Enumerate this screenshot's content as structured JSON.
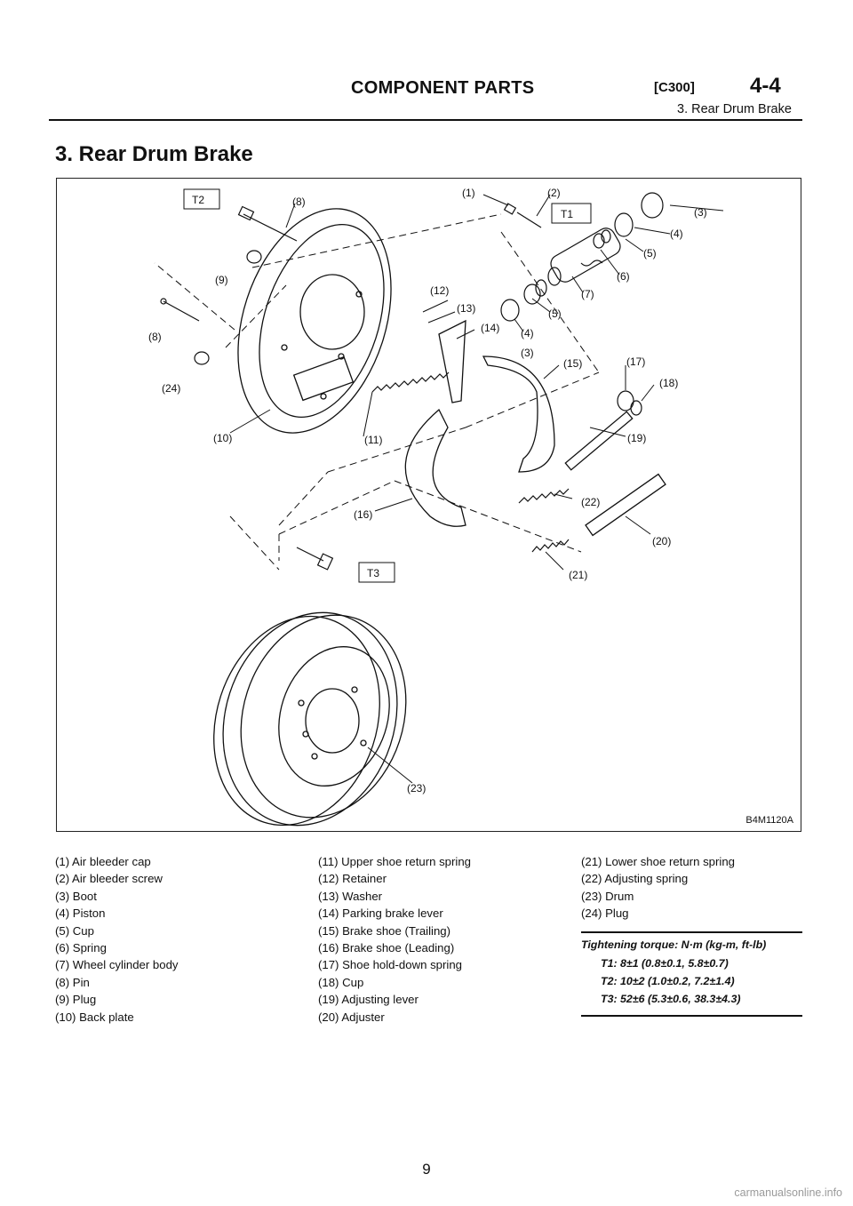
{
  "header": {
    "title": "COMPONENT PARTS",
    "code": "[C300]",
    "chapter": "4-4",
    "subtitle": "3. Rear Drum Brake"
  },
  "section_title": "3. Rear Drum Brake",
  "figure": {
    "code": "B4M1120A",
    "callouts": [
      "(1)",
      "(2)",
      "(3)",
      "(4)",
      "(5)",
      "(6)",
      "(7)",
      "(8)",
      "(9)",
      "(10)",
      "(11)",
      "(12)",
      "(13)",
      "(14)",
      "(15)",
      "(16)",
      "(17)",
      "(18)",
      "(19)",
      "(20)",
      "(21)",
      "(22)",
      "(23)",
      "(24)"
    ],
    "torque_tags": [
      "T1",
      "T2",
      "T3"
    ]
  },
  "legend": {
    "col1": [
      "(1) Air bleeder cap",
      "(2) Air bleeder screw",
      "(3) Boot",
      "(4) Piston",
      "(5) Cup",
      "(6) Spring",
      "(7) Wheel cylinder body",
      "(8) Pin",
      "(9) Plug",
      "(10) Back plate"
    ],
    "col2": [
      "(11) Upper shoe return spring",
      "(12) Retainer",
      "(13) Washer",
      "(14) Parking brake lever",
      "(15) Brake shoe (Trailing)",
      "(16) Brake shoe (Leading)",
      "(17) Shoe hold-down spring",
      "(18) Cup",
      "(19) Adjusting lever",
      "(20) Adjuster"
    ],
    "col3": [
      "(21) Lower shoe return spring",
      "(22) Adjusting spring",
      "(23) Drum",
      "(24) Plug"
    ]
  },
  "torque": {
    "heading": "Tightening torque: N·m (kg-m, ft-lb)",
    "lines": [
      "T1: 8±1 (0.8±0.1, 5.8±0.7)",
      "T2: 10±2 (1.0±0.2, 7.2±1.4)",
      "T3: 52±6 (5.3±0.6, 38.3±4.3)"
    ]
  },
  "page_number": "9",
  "watermark": "carmanualsonline.info"
}
